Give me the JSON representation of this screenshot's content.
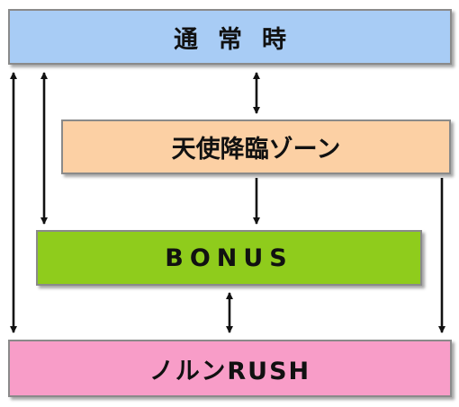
{
  "diagram": {
    "states": {
      "normal": {
        "label": "通常時",
        "color": "#a8ccf5"
      },
      "zone": {
        "label": "天使降臨ゾーン",
        "color": "#fcd0a4"
      },
      "bonus": {
        "label": "BONUS",
        "color": "#8fcc1c"
      },
      "rush": {
        "label": "ノルンRUSH",
        "color": "#f89dc8"
      }
    },
    "transitions": [
      {
        "from": "normal",
        "to": "rush",
        "type": "bidirectional"
      },
      {
        "from": "normal",
        "to": "bonus",
        "type": "bidirectional"
      },
      {
        "from": "normal",
        "to": "zone",
        "type": "bidirectional"
      },
      {
        "from": "zone",
        "to": "bonus",
        "type": "one-way"
      },
      {
        "from": "zone",
        "to": "rush",
        "type": "one-way"
      },
      {
        "from": "bonus",
        "to": "rush",
        "type": "bidirectional"
      }
    ]
  }
}
